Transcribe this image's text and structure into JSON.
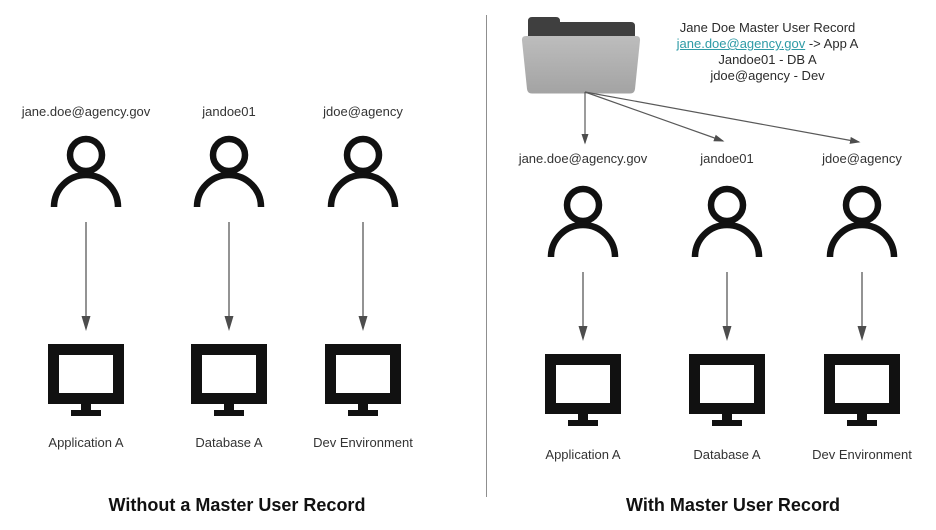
{
  "left_panel": {
    "heading": "Without a Master User Record",
    "users": [
      "jane.doe@agency.gov",
      "jandoe01",
      "jdoe@agency"
    ],
    "systems": [
      "Application A",
      "Database A",
      "Dev Environment"
    ]
  },
  "right_panel": {
    "heading": "With Master User Record",
    "master_record": {
      "line1": "Jane Doe Master User Record",
      "link": "jane.doe@agency.gov",
      "line2_suffix": " -> App A",
      "line3": "Jandoe01 - DB A",
      "line4": "jdoe@agency - Dev"
    },
    "users": [
      "jane.doe@agency.gov",
      "jandoe01",
      "jdoe@agency"
    ],
    "systems": [
      "Application A",
      "Database A",
      "Dev Environment"
    ]
  },
  "colors": {
    "icon": "#111111",
    "arrow_line": "#595959",
    "arrow_head": "#4d4d4d",
    "link": "#2E9BA6",
    "divider": "#8f8f8f",
    "folder_tab": "#3f3f3f",
    "folder_body_light": "#bdbdbd",
    "folder_body_dark": "#a3a3a3"
  }
}
